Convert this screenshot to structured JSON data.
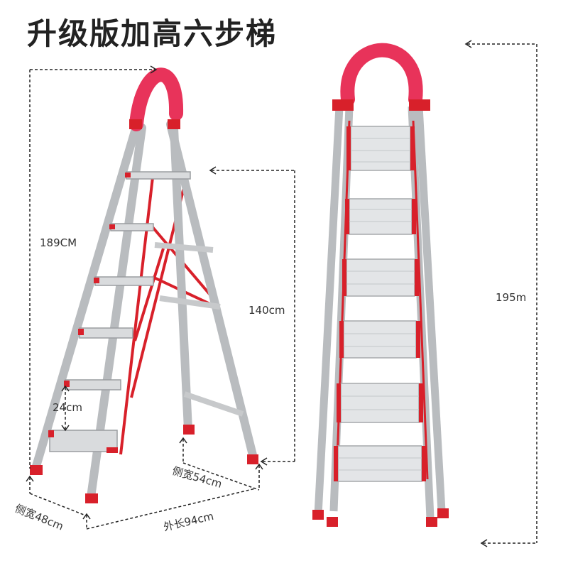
{
  "title": "升级版加高六步梯",
  "labels": {
    "height_total": "189CM",
    "height_platform": "140cm",
    "step_spacing": "24cm",
    "side_width_top": "侧宽54cm",
    "side_width_bottom": "侧宽48cm",
    "outer_length": "外长94cm",
    "height_front": "195m"
  },
  "colors": {
    "frame": "#c7c9cb",
    "frame_edge": "#8f9295",
    "accent_red": "#d8202a",
    "handle_pink": "#e8335a",
    "dash": "#222222"
  }
}
